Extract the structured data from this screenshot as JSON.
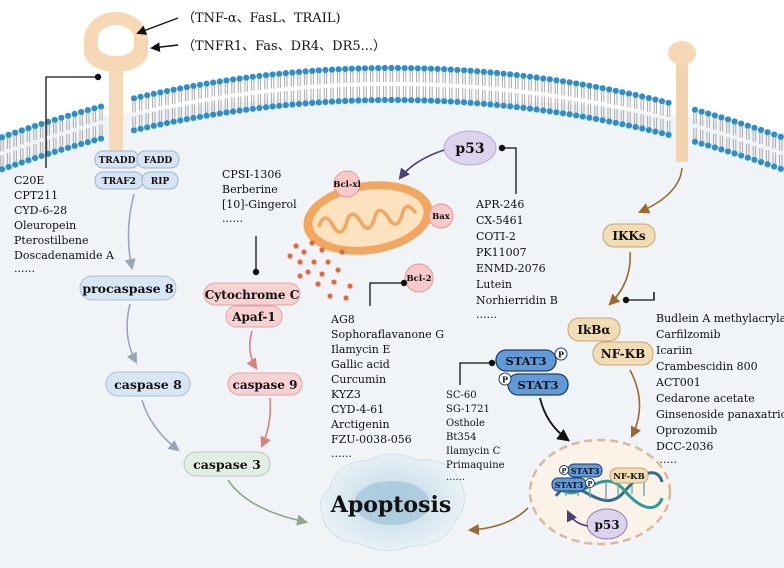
{
  "ligands_label": "（TNF-α、FasL、TRAIL)",
  "receptors_label": "（TNFR1、Fas、DR4、DR5...）",
  "disc": {
    "tradd": "TRADD",
    "fadd": "FADD",
    "traf2": "TRAF2",
    "rip": "RIP"
  },
  "nodes": {
    "procaspase8": "procaspase 8",
    "caspase8": "caspase 8",
    "caspase3": "caspase 3",
    "cytochrome_c": "Cytochrome C",
    "apaf1": "Apaf-1",
    "caspase9": "caspase 9",
    "p53": "p53",
    "bclxl": "Bcl-xl",
    "bax": "Bax",
    "bcl2": "Bcl-2",
    "ikks": "IKKs",
    "ikba": "IkBα",
    "nfkb": "NF-KB",
    "stat3": "STAT3",
    "phospho": "P",
    "apoptosis": "Apoptosis",
    "nucleus_stat3": "STAT3",
    "nucleus_nfkb": "NF-KB",
    "nucleus_p53": "p53"
  },
  "compounds": {
    "death_receptor": [
      "C20E",
      "CPT211",
      "CYD-6-28",
      "Oleuropein",
      "Pterostilbene",
      "Doscadenamide A",
      "......"
    ],
    "cytochrome": [
      "CPSI-1306",
      "Berberine",
      "[10]-Gingerol",
      "......"
    ],
    "p53": [
      "APR-246",
      "CX-5461",
      "COTI-2",
      "PK11007",
      "ENMD-2076",
      "Lutein",
      "Norhierridin B",
      "......"
    ],
    "bcl2": [
      "AG8",
      "Sophoraflavanone G",
      "Ilamycin E",
      "Gallic acid",
      "Curcumin",
      "KYZ3",
      "CYD-4-61",
      "Arctigenin",
      "FZU-0038-056",
      "......"
    ],
    "stat3": [
      "SC-60",
      "SG-1721",
      "Osthole",
      "Bt354",
      "Ilamycin C",
      "Primaquine",
      "......"
    ],
    "nfkb": [
      "Budlein A methylacrylate",
      "Carfilzomib",
      "Icariin",
      "Crambescidin 800",
      "ACT001",
      "Cedarone acetate",
      "Ginsenoside panaxatriol",
      "Oprozomib",
      "DCC-2036",
      "......"
    ]
  },
  "colors": {
    "membrane_head": "#2b8fce",
    "membrane_tail": "#a9a9a9",
    "cytoplasm": "#f0f4f6",
    "blue_node": "#d8e5f3",
    "red_node": "#f7d2d2",
    "green_node": "#e2eee5",
    "p53_node": "#dcd3ec",
    "tan_node": "#f0dcb5",
    "stat3": "#5f9bd9",
    "mito": "#f3a65e"
  }
}
